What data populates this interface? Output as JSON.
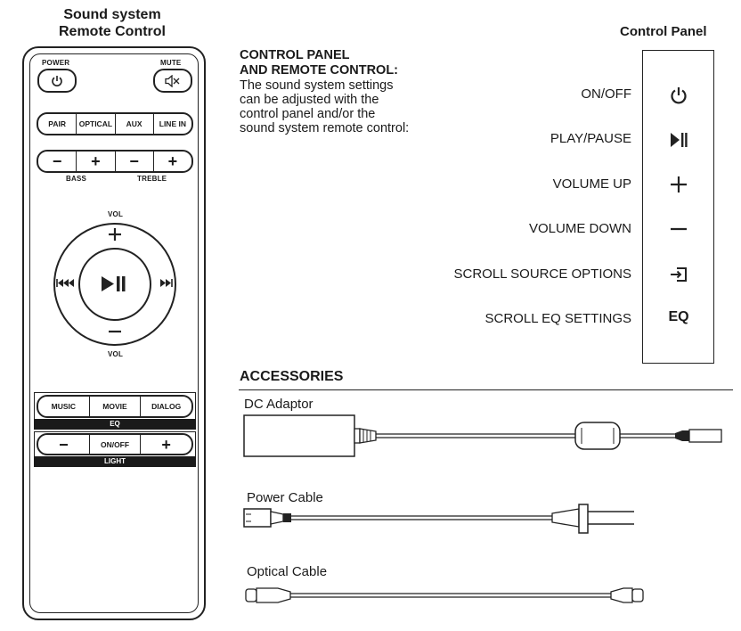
{
  "remote": {
    "title_line1": "Sound system",
    "title_line2": "Remote Control",
    "power_label": "POWER",
    "mute_label": "MUTE",
    "source_buttons": [
      "PAIR",
      "OPTICAL",
      "AUX",
      "LINE IN"
    ],
    "bass_label": "BASS",
    "treble_label": "TREBLE",
    "vol_label_top": "VOL",
    "vol_label_bottom": "VOL",
    "eq_buttons": [
      "MUSIC",
      "MOVIE",
      "DIALOG"
    ],
    "eq_label": "EQ",
    "light_onoff": "ON/OFF",
    "light_label": "LIGHT"
  },
  "intro": {
    "heading_line1": "CONTROL PANEL",
    "heading_line2": "AND REMOTE CONTROL:",
    "text_lines": [
      "The sound system settings",
      "can be adjusted with the",
      "control panel and/or the",
      "sound system remote control:"
    ]
  },
  "control_panel": {
    "title": "Control Panel",
    "items": [
      {
        "label": "ON/OFF",
        "icon": "power-icon"
      },
      {
        "label": "PLAY/PAUSE",
        "icon": "play-pause-icon"
      },
      {
        "label": "VOLUME UP",
        "icon": "plus-icon"
      },
      {
        "label": "VOLUME DOWN",
        "icon": "minus-icon"
      },
      {
        "label": "SCROLL SOURCE OPTIONS",
        "icon": "source-input-icon"
      },
      {
        "label": "SCROLL EQ SETTINGS",
        "icon": "eq-text",
        "text": "EQ"
      }
    ]
  },
  "accessories": {
    "heading": "ACCESSORIES",
    "items": [
      {
        "label": "DC Adaptor"
      },
      {
        "label": "Power Cable"
      },
      {
        "label": "Optical Cable"
      }
    ]
  }
}
